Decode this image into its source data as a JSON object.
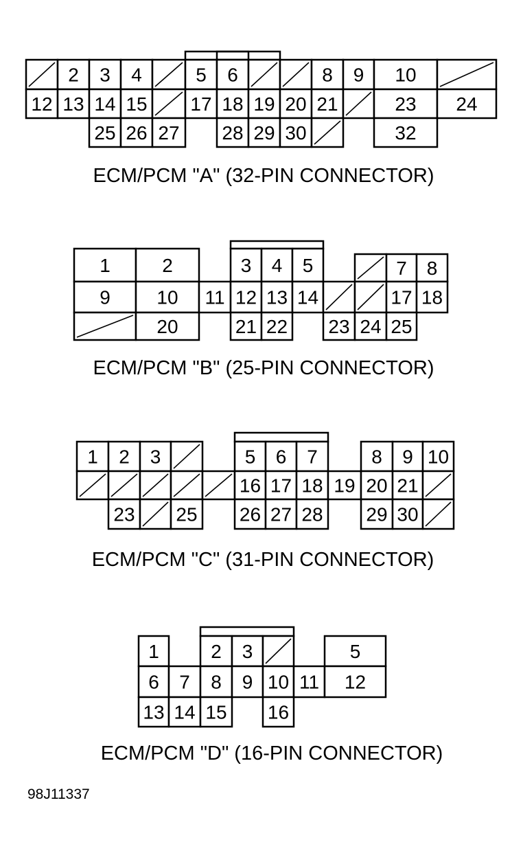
{
  "connectors": [
    {
      "id": "A",
      "caption": "ECM/PCM \"A\" (32-PIN CONNECTOR)",
      "rows": [
        [
          "",
          "2",
          "3",
          "4",
          "",
          "5",
          "6",
          "",
          "",
          "8",
          "9",
          "10",
          ""
        ],
        [
          "12",
          "13",
          "14",
          "15",
          "",
          "17",
          "18",
          "19",
          "20",
          "21",
          "",
          "23",
          "24"
        ],
        [
          "25",
          "26",
          "27",
          "28",
          "29",
          "30",
          "",
          "32"
        ]
      ]
    },
    {
      "id": "B",
      "caption": "ECM/PCM \"B\" (25-PIN CONNECTOR)",
      "rows": [
        [
          "1",
          "2",
          "3",
          "4",
          "5",
          "",
          "7",
          "8"
        ],
        [
          "9",
          "10",
          "11",
          "12",
          "13",
          "14",
          "",
          "",
          "17",
          "18"
        ],
        [
          "",
          "20",
          "21",
          "22",
          "23",
          "24",
          "25"
        ]
      ]
    },
    {
      "id": "C",
      "caption": "ECM/PCM \"C\" (31-PIN CONNECTOR)",
      "rows": [
        [
          "1",
          "2",
          "3",
          "",
          "5",
          "6",
          "7",
          "8",
          "9",
          "10"
        ],
        [
          "",
          "",
          "",
          "",
          "",
          "16",
          "17",
          "18",
          "19",
          "20",
          "21",
          ""
        ],
        [
          "23",
          "",
          "25",
          "26",
          "27",
          "28",
          "29",
          "30",
          ""
        ]
      ]
    },
    {
      "id": "D",
      "caption": "ECM/PCM \"D\" (16-PIN CONNECTOR)",
      "rows": [
        [
          "1",
          "2",
          "3",
          "",
          "5"
        ],
        [
          "6",
          "7",
          "8",
          "9",
          "10",
          "11",
          "12"
        ],
        [
          "13",
          "14",
          "15",
          "16"
        ]
      ]
    }
  ],
  "figure_code": "98J11337"
}
